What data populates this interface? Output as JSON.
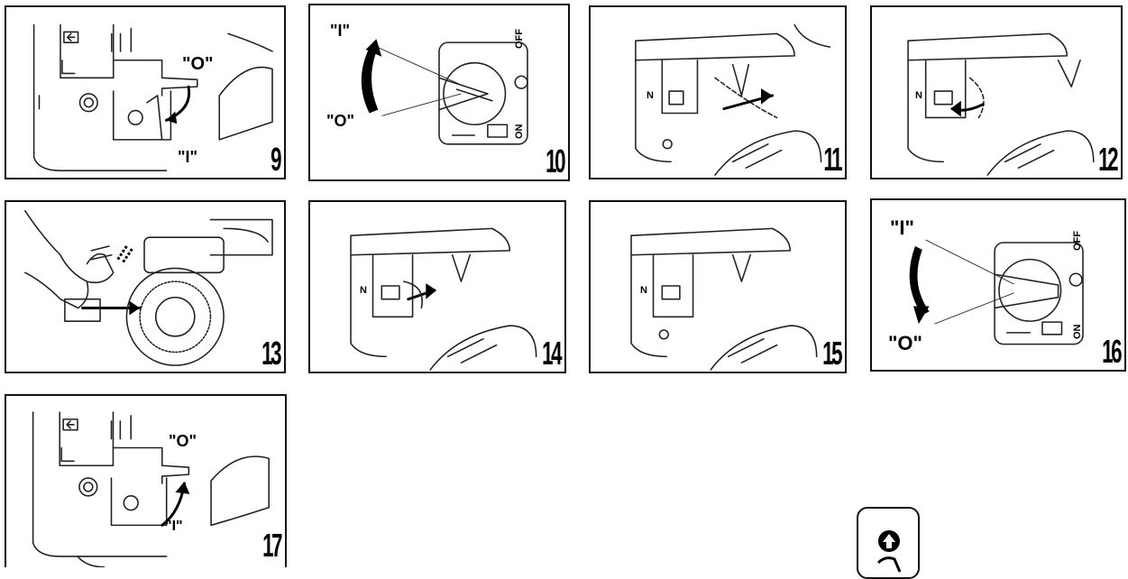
{
  "figures": [
    {
      "number": "9",
      "labels": [
        "\"O\"",
        "\"I\""
      ]
    },
    {
      "number": "10",
      "labels": [
        "\"I\"",
        "\"O\"",
        "OFF",
        "ON"
      ]
    },
    {
      "number": "11",
      "labels": [
        "N"
      ]
    },
    {
      "number": "12",
      "labels": [
        "N"
      ]
    },
    {
      "number": "13",
      "labels": []
    },
    {
      "number": "14",
      "labels": [
        "N"
      ]
    },
    {
      "number": "15",
      "labels": [
        "N"
      ]
    },
    {
      "number": "16",
      "labels": [
        "\"I\"",
        "\"O\"",
        "OFF",
        "ON"
      ]
    },
    {
      "number": "17",
      "labels": [
        "\"O\"",
        "\"I\""
      ]
    }
  ],
  "icons": {
    "corner": "arrow-up-circle-icon"
  }
}
